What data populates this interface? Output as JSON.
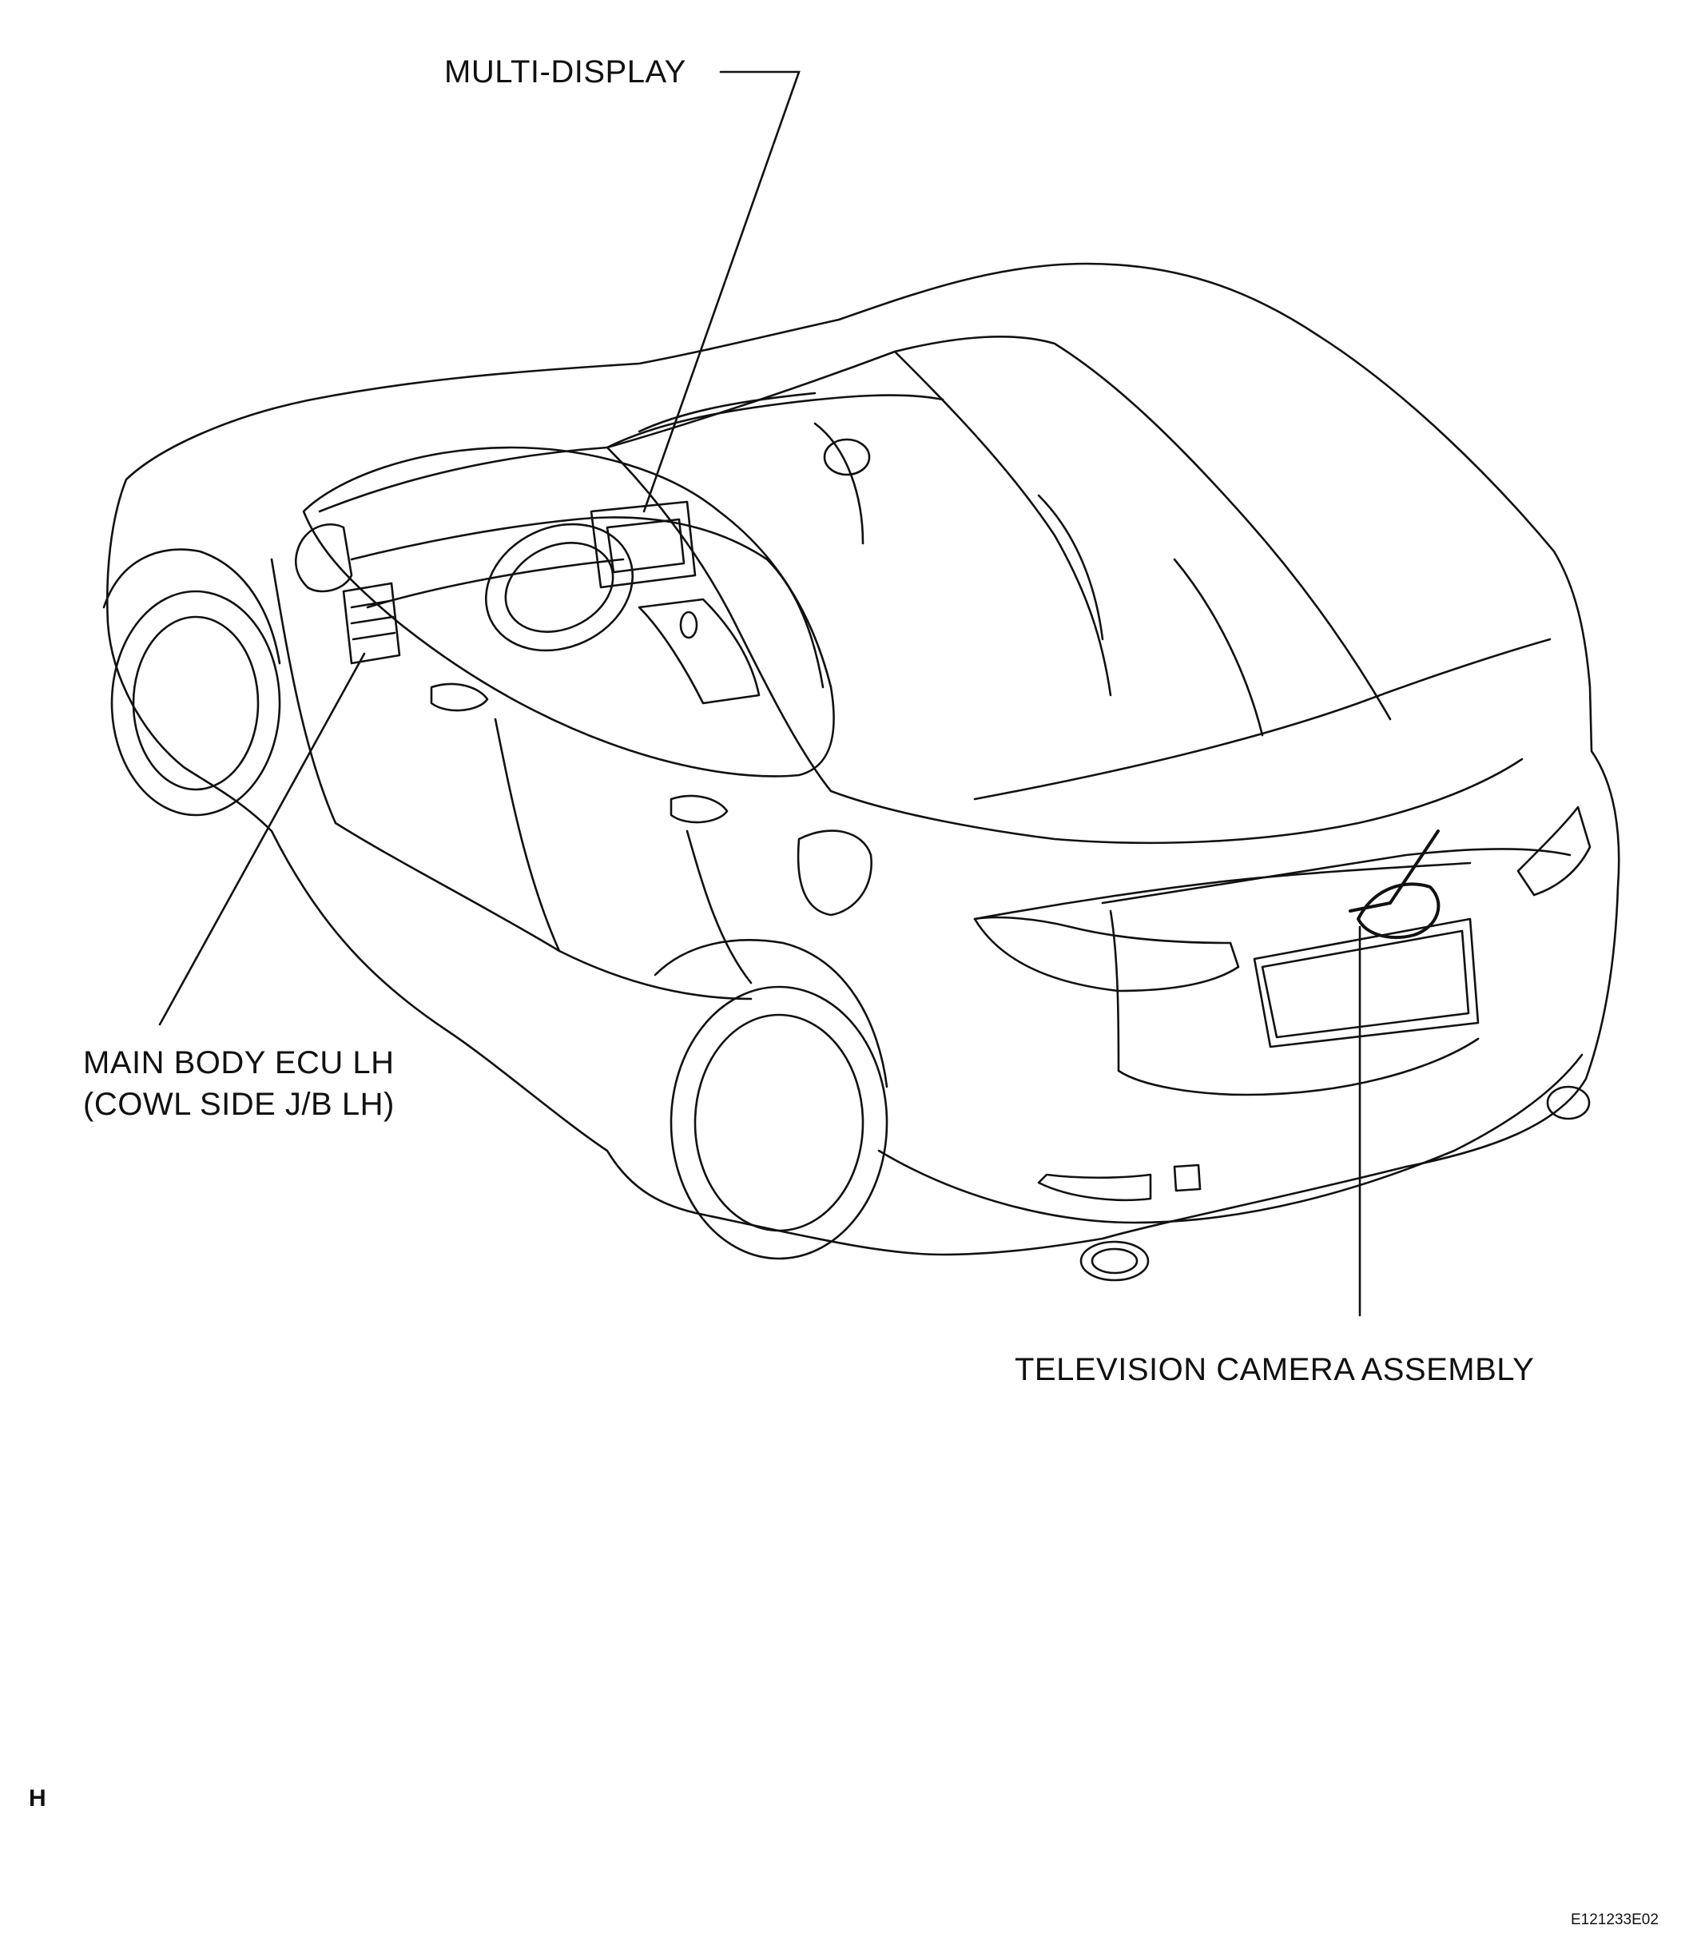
{
  "labels": {
    "multi_display": "MULTI-DISPLAY",
    "main_body_ecu_line1": "MAIN BODY ECU LH",
    "main_body_ecu_line2": "(COWL SIDE J/B LH)",
    "television_camera": "TELEVISION CAMERA ASSEMBLY"
  },
  "page_letter": "H",
  "figure_code": "E121233E02"
}
